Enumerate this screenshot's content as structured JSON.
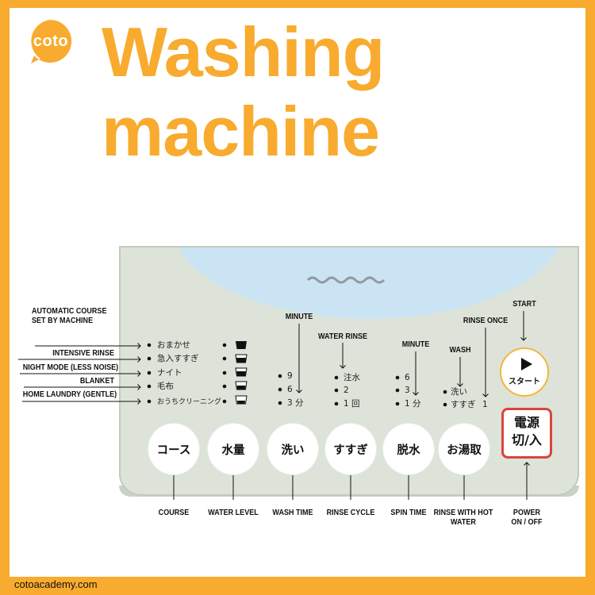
{
  "brand": {
    "logo_text": "coto",
    "website": "cotoacademy.com"
  },
  "title": {
    "line1": "Washing",
    "line2": "machine"
  },
  "colors": {
    "accent": "#f8ab2e",
    "panel": "#dde3d8",
    "power_border": "#d9453a",
    "start_border": "#f4b63a"
  },
  "left_annotations": {
    "automatic_course": "AUTOMATIC COURSE SET BY MACHINE",
    "intensive_rinse": "INTENSIVE RINSE",
    "night_mode": "NIGHT MODE (LESS NOISE)",
    "blanket": "BLANKET",
    "home_laundry": "HOME LAUNDRY (GENTLE)"
  },
  "course_options": [
    "おまかせ",
    "急入すすぎ",
    "ナイト",
    "毛布",
    "おうちクリーニング"
  ],
  "wash_time": {
    "label": "MINUTE",
    "options": [
      "9",
      "6",
      "3 分"
    ]
  },
  "rinse_cycle": {
    "label": "WATER RINSE",
    "options": [
      "注水",
      "2",
      "1 回"
    ]
  },
  "spin_time": {
    "label": "MINUTE",
    "options": [
      "6",
      "3",
      "1 分"
    ]
  },
  "hot_water": {
    "wash_label": "WASH",
    "rinse_once_label": "RINSE ONCE",
    "options": [
      "洗い",
      "すすぎ"
    ],
    "rinse_once_value": "1"
  },
  "start": {
    "label": "START",
    "button_text": "スタート"
  },
  "buttons": [
    "コース",
    "水量",
    "洗い",
    "すすぎ",
    "脱水",
    "お湯取"
  ],
  "power_button": {
    "line1": "電源",
    "line2": "切/入"
  },
  "bottom_labels": {
    "course": "COURSE",
    "water_level": "WATER LEVEL",
    "wash_time": "WASH TIME",
    "rinse_cycle": "RINSE CYCLE",
    "spin_time": "SPIN TIME",
    "rinse_hot": "RINSE WITH HOT WATER",
    "power": "POWER ON / OFF"
  }
}
